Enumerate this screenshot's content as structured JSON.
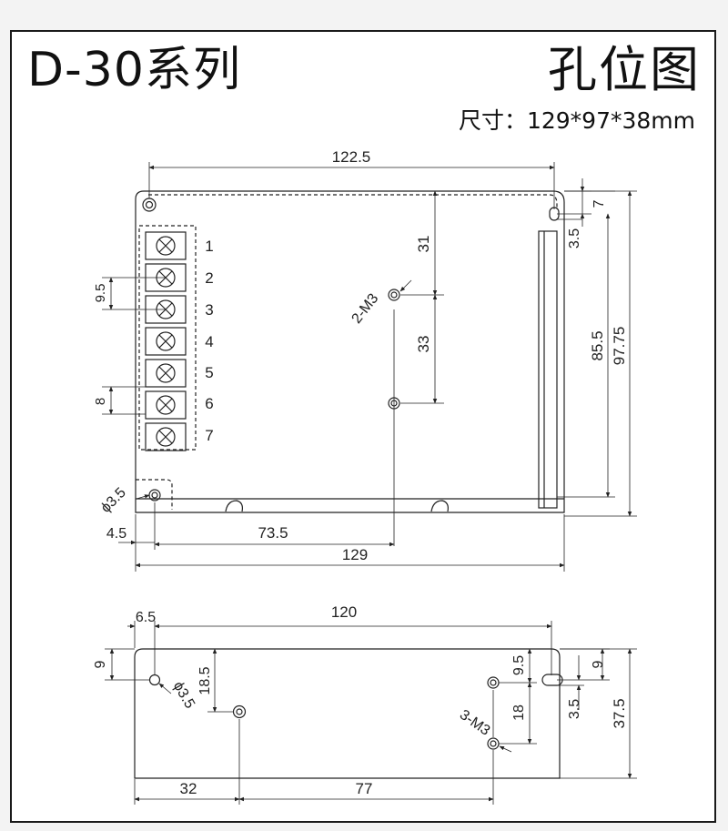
{
  "header": {
    "series_title": "D-30系列",
    "hole_title": "孔位图",
    "size_text": "尺寸：129*97*38mm"
  },
  "top_view": {
    "dims": {
      "width_top": "122.5",
      "d31": "31",
      "d33": "33",
      "d7": "7",
      "d3_5_right": "3.5",
      "d85_5": "85.5",
      "d97_75": "97.75",
      "d9_5": "9.5",
      "d8": "8",
      "d4_5": "4.5",
      "d73_5": "73.5",
      "d129": "129",
      "phi3_5": "ϕ3.5",
      "m3_label": "2-M3"
    },
    "terminals": [
      "1",
      "2",
      "3",
      "4",
      "5",
      "6",
      "7"
    ]
  },
  "bottom_view": {
    "dims": {
      "d6_5": "6.5",
      "d120": "120",
      "d9_left": "9",
      "d18_5": "18.5",
      "phi3_5": "ϕ3.5",
      "d9_5": "9.5",
      "d18": "18",
      "m3_label": "3-M3",
      "d9_right": "9",
      "d3_5": "3.5",
      "d37_5": "37.5",
      "d32": "32",
      "d77": "77"
    }
  }
}
